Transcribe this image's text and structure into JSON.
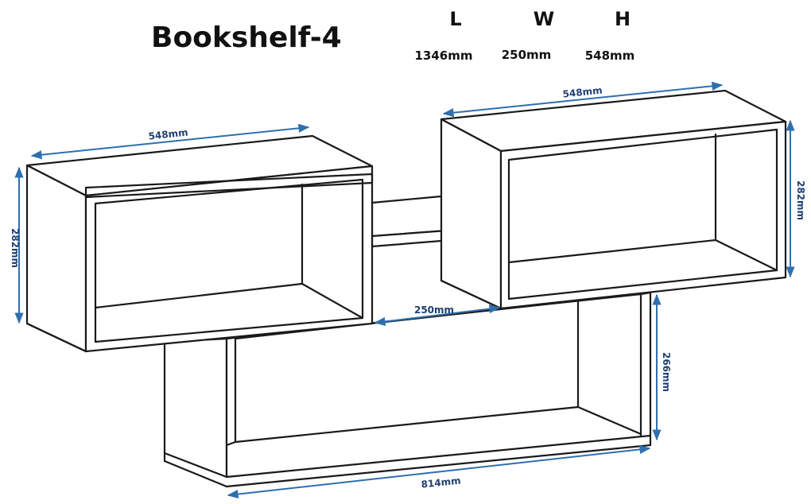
{
  "title": "Bookshelf-4",
  "specs": [
    {
      "label": "L",
      "value": "1346mm"
    },
    {
      "label": "W",
      "value": "250mm"
    },
    {
      "label": "H",
      "value": "548mm"
    }
  ],
  "dimensions": {
    "left_width": "548mm",
    "left_height": "282mm",
    "right_width": "548mm",
    "right_height": "282mm",
    "gap_depth": "250mm",
    "bottom_height": "266mm",
    "bottom_width": "814mm"
  },
  "colors": {
    "outline": "#1a1a1a",
    "dimension_arrow": "#2f6fae",
    "dimension_text": "#1f3f73"
  }
}
